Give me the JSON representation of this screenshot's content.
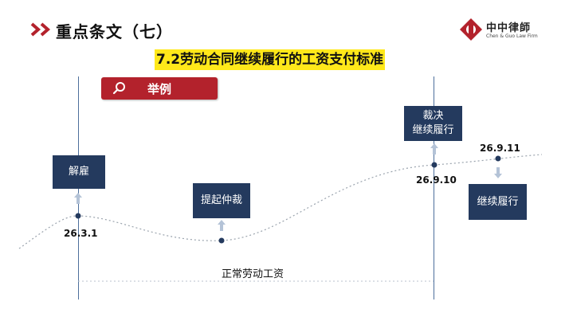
{
  "header": {
    "title": "重点条文（七）"
  },
  "logo": {
    "text": "中中律師",
    "subtext": "Chen & Guo Law Firm"
  },
  "subtitle": "7.2劳动合同继续履行的工资支付标准",
  "example_button": {
    "label": "举例",
    "icon": "search-icon"
  },
  "timeline": {
    "boxes": {
      "dismissal": "解雇",
      "arbitration": "提起仲裁",
      "ruling_line1": "裁决",
      "ruling_line2": "继续履行",
      "continue": "继续履行"
    },
    "dates": {
      "d1": "26.3.1",
      "d2": "26.9.10",
      "d3": "26.9.11"
    },
    "salary_label": "正常劳动工资"
  },
  "colors": {
    "accent_red": "#b3222c",
    "box_navy": "#243a5e",
    "highlight_yellow": "#ffe81a"
  }
}
